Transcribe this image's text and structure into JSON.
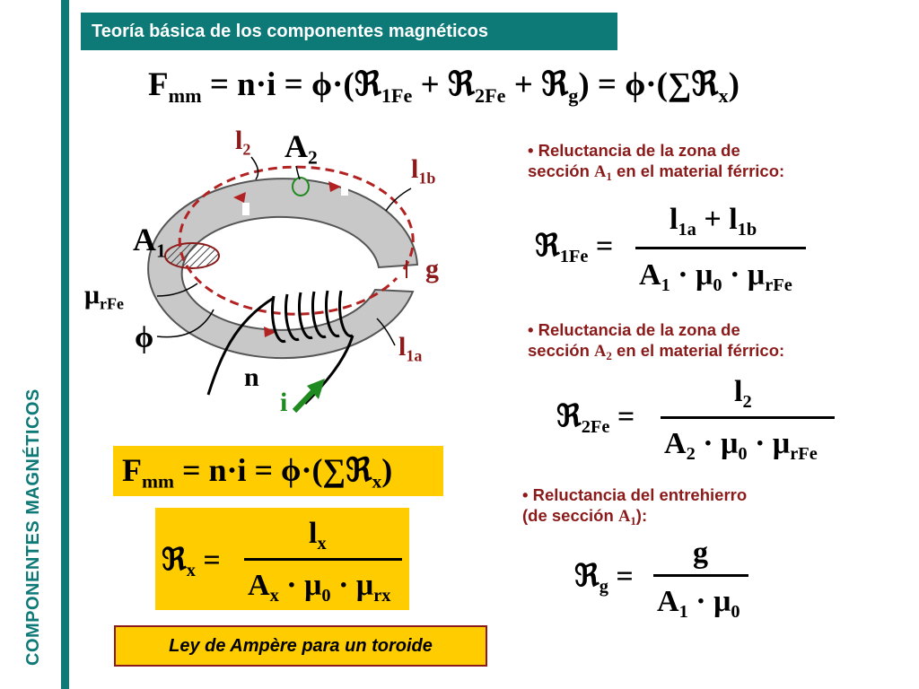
{
  "side_label": "COMPONENTES MAGNÉTICOS",
  "title": "Teoría básica de los componentes magnéticos",
  "main_equation": "Fmm = n·i = ϕ·(ℜ1Fe + ℜ2Fe + ℜg) = ϕ·(∑ℜx)",
  "diagram": {
    "labels": {
      "l2": "l2",
      "A2": "A2",
      "l1b": "l1b",
      "A1": "A1",
      "g": "g",
      "mu_rFe": "μrFe",
      "phi": "ϕ",
      "l1a": "l1a",
      "n": "n",
      "i": "i"
    }
  },
  "bullets": [
    "Reluctancia de la zona de sección A1 en el material férrico:",
    "Reluctancia de la zona de sección A2 en el material férrico:",
    "Reluctancia del entrehierro (de sección A1):"
  ],
  "boxed_equation": "Fmm = n·i = ϕ·(∑ℜx)",
  "general_reluctance": "ℜx = lx / (Ax·μ0·μrx)",
  "reluctance_1Fe": "ℜ1Fe = (l1a + l1b) / (A1·μ0·μrFe)",
  "reluctance_2Fe": "ℜ2Fe = l2 / (A2·μ0·μrFe)",
  "reluctance_g": "ℜg = g / (A1·μ0)",
  "law_caption": "Ley de Ampère para un toroide",
  "colors": {
    "teal": "#0e7a78",
    "dark_red": "#8b1a1a",
    "yellow": "#ffcc00",
    "core_gray": "#c8c8c8",
    "flux_red": "#b22222",
    "green": "#1f8a1f"
  }
}
